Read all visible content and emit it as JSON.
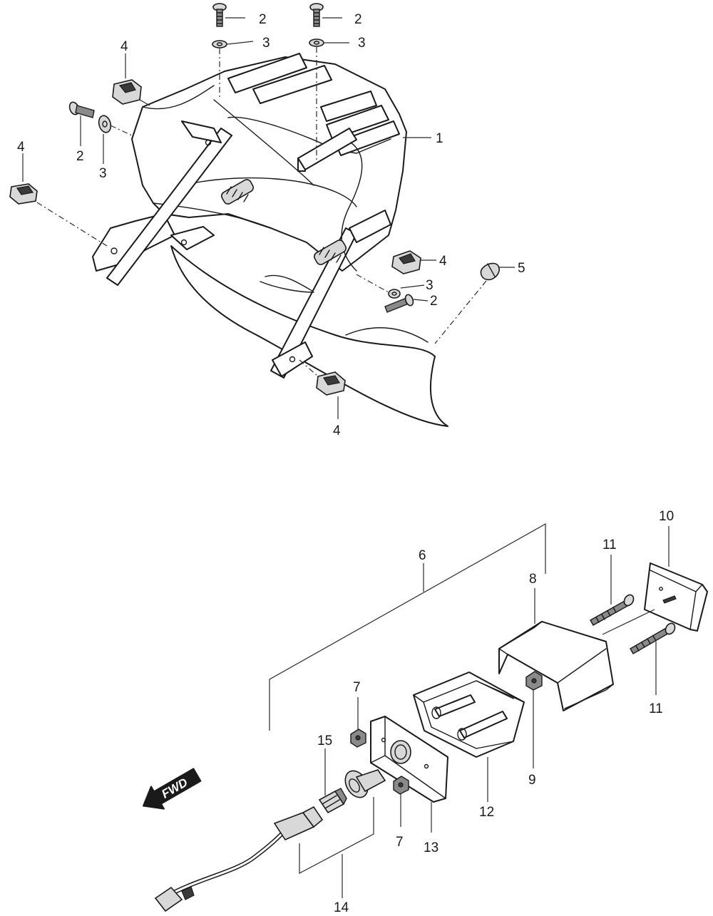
{
  "callouts": {
    "c1": "1",
    "c2a": "2",
    "c2b": "2",
    "c2c": "2",
    "c2d": "2",
    "c3a": "3",
    "c3b": "3",
    "c3c": "3",
    "c3d": "3",
    "c4a": "4",
    "c4b": "4",
    "c4c": "4",
    "c4d": "4",
    "c5": "5",
    "c6": "6",
    "c7a": "7",
    "c7b": "7",
    "c8": "8",
    "c9": "9",
    "c10": "10",
    "c11a": "11",
    "c11b": "11",
    "c12": "12",
    "c13": "13",
    "c14": "14",
    "c15": "15"
  },
  "fwd_label": "FWD",
  "icons": {
    "direction": "fwd-arrow-icon"
  },
  "colors": {
    "line": "#1a1a1a",
    "background": "#ffffff"
  }
}
